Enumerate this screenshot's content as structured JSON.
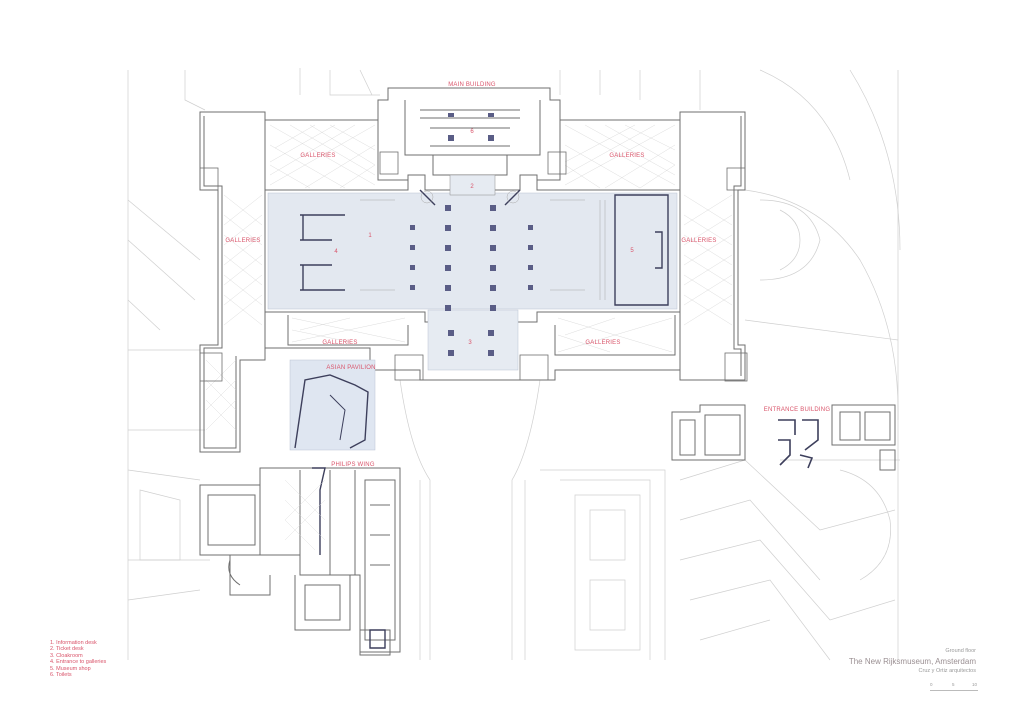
{
  "colors": {
    "label": "#d9546a",
    "line": "#8a8a8a",
    "light_line": "#c9c9c9",
    "wall": "#6f6f6f",
    "atrium_fill": "#e3e8f0",
    "pavilion_fill": "#dfe6f1",
    "column": "#5a5d86",
    "dark_wall": "#3d3f5c"
  },
  "labels": {
    "main_building": "MAIN BUILDING",
    "galleries_top_left": "GALLERIES",
    "galleries_top_right": "GALLERIES",
    "galleries_left": "GALLERIES",
    "galleries_right": "GALLERIES",
    "galleries_bottom_left": "GALLERIES",
    "galleries_bottom_right": "GALLERIES",
    "asian_pavilion": "ASIAN PAVILION",
    "philips_wing": "PHILIPS WING",
    "entrance_building": "ENTRANCE BUILDING"
  },
  "numbers": {
    "n1": "1",
    "n2": "2",
    "n4": "4",
    "n5": "5",
    "n6": "6",
    "n3": "3"
  },
  "legend": [
    "1. Information desk",
    "2. Ticket desk",
    "3. Cloakroom",
    "4. Entrance to galleries",
    "5. Museum shop",
    "6. Toilets"
  ],
  "title": {
    "sub": "Ground floor",
    "main": "The New Rijksmuseum, Amsterdam",
    "architects": "Cruz y Ortiz arquitectos"
  },
  "scale": [
    "0",
    "5",
    "10"
  ]
}
